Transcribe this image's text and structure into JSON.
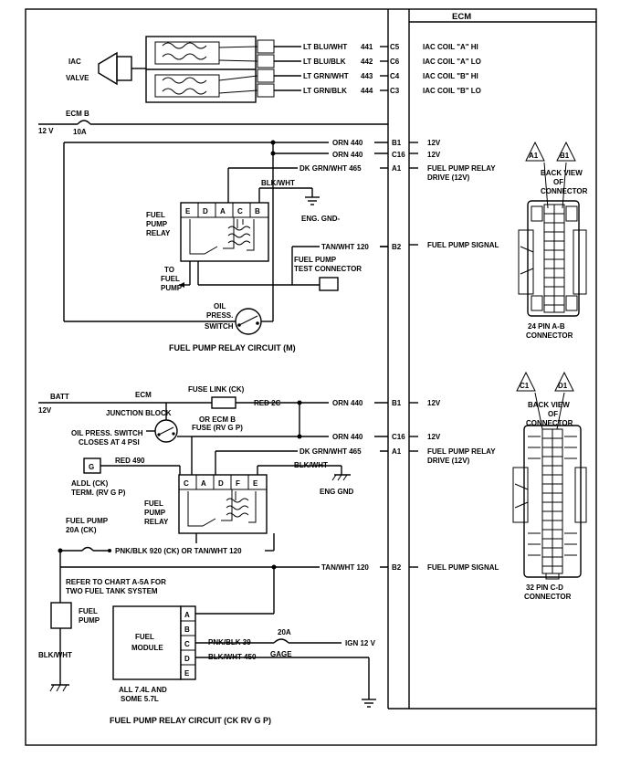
{
  "ecm": {
    "title": "ECM"
  },
  "iac": {
    "label_line1": "IAC",
    "label_line2": "VALVE",
    "wires": [
      {
        "color": "LT BLU/WHT",
        "circuit": "441",
        "pin": "C5",
        "signal": "IAC COIL \"A\" HI"
      },
      {
        "color": "LT BLU/BLK",
        "circuit": "442",
        "pin": "C6",
        "signal": "IAC COIL \"A\" LO"
      },
      {
        "color": "LT GRN/WHT",
        "circuit": "443",
        "pin": "C4",
        "signal": "IAC COIL \"B\" HI"
      },
      {
        "color": "LT GRN/BLK",
        "circuit": "444",
        "pin": "C3",
        "signal": "IAC COIL \"B\" LO"
      }
    ]
  },
  "circuit_m": {
    "ecm_b_fuse": "ECM B",
    "fuse_rating": "10A",
    "supply": "12 V",
    "wires": [
      {
        "label": "ORN  440",
        "pin": "B1",
        "signal": "12V"
      },
      {
        "label": "ORN  440",
        "pin": "C16",
        "signal": "12V"
      },
      {
        "label": "DK GRN/WHT 465",
        "pin": "A1",
        "signal": "FUEL PUMP RELAY",
        "signal2": "DRIVE (12V)"
      },
      {
        "label": "TAN/WHT 120",
        "pin": "B2",
        "signal": "FUEL PUMP SIGNAL"
      }
    ],
    "relay_pins": [
      "E",
      "D",
      "A",
      "C",
      "B"
    ],
    "relay_label": [
      "FUEL",
      "PUMP",
      "RELAY"
    ],
    "blk_wht": "BLK/WHT",
    "eng_gnd": "ENG. GND-",
    "to_fuel_pump": [
      "TO",
      "FUEL",
      "PUMP"
    ],
    "test_connector": [
      "FUEL PUMP",
      "TEST CONNECTOR"
    ],
    "oil_switch": [
      "OIL",
      "PRESS.",
      "SWITCH"
    ],
    "caption": "FUEL PUMP RELAY CIRCUIT (M)"
  },
  "circuit_ck": {
    "batt": "BATT",
    "batt_v": "12V",
    "ecm": "ECM",
    "junction_block": "JUNCTION BLOCK",
    "fuse_link": "FUSE LINK (CK)",
    "or_ecm_b": "OR ECM B",
    "fuse_rvgp": "FUSE (RV G P)",
    "red_2c": "RED 2C",
    "oil_switch": [
      "OIL PRESS. SWITCH",
      "CLOSES AT 4 PSI"
    ],
    "wires": [
      {
        "label": "ORN  440",
        "pin": "B1",
        "signal": "12V"
      },
      {
        "label": "ORN  440",
        "pin": "C16",
        "signal": "12V"
      },
      {
        "label": "DK GRN/WHT 465",
        "pin": "A1",
        "signal": "FUEL PUMP RELAY",
        "signal2": "DRIVE (12V)"
      },
      {
        "label": "TAN/WHT 120",
        "pin": "B2",
        "signal": "FUEL PUMP SIGNAL"
      }
    ],
    "aldl_letter": "G",
    "red_490": "RED 490",
    "aldl": [
      "ALDL (CK)",
      "TERM. (RV G P)"
    ],
    "relay_pins": [
      "C",
      "A",
      "D",
      "F",
      "E"
    ],
    "relay_label": [
      "FUEL",
      "PUMP",
      "RELAY"
    ],
    "blk_wht": "BLK/WHT",
    "eng_gnd": "ENG GND",
    "fuel_pump_fuse": [
      "FUEL PUMP",
      "20A (CK)"
    ],
    "pnk_blk": "PNK/BLK 920 (CK) OR TAN/WHT 120",
    "refer": [
      "REFER TO CHART A-5A FOR",
      "TWO FUEL TANK SYSTEM"
    ],
    "fuel_pump": [
      "FUEL",
      "PUMP"
    ],
    "blk_wht_low": "BLK/WHT",
    "module": [
      "FUEL",
      "MODULE"
    ],
    "module_pins": [
      "A",
      "B",
      "C",
      "D",
      "E"
    ],
    "pnk_blk_39": "PNK/BLK 39",
    "fuse_20a": "20A",
    "ign": "IGN 12 V",
    "blk_wht_450": "BLK/WHT 450",
    "gage": "GAGE",
    "note": [
      "ALL 7.4L AND",
      "SOME 5.7L"
    ],
    "caption": "FUEL PUMP RELAY CIRCUIT (CK  RV  G  P)"
  },
  "connectors": {
    "ab": {
      "pin1": "A1",
      "pin2": "B1",
      "back_view": [
        "BACK VIEW",
        "OF",
        "CONNECTOR"
      ],
      "name": [
        "24 PIN  A-B",
        "CONNECTOR"
      ]
    },
    "cd": {
      "pin1": "C1",
      "pin2": "D1",
      "back_view": [
        "BACK VIEW",
        "OF",
        "CONNECTOR"
      ],
      "name": [
        "32 PIN C-D",
        "CONNECTOR"
      ]
    }
  }
}
